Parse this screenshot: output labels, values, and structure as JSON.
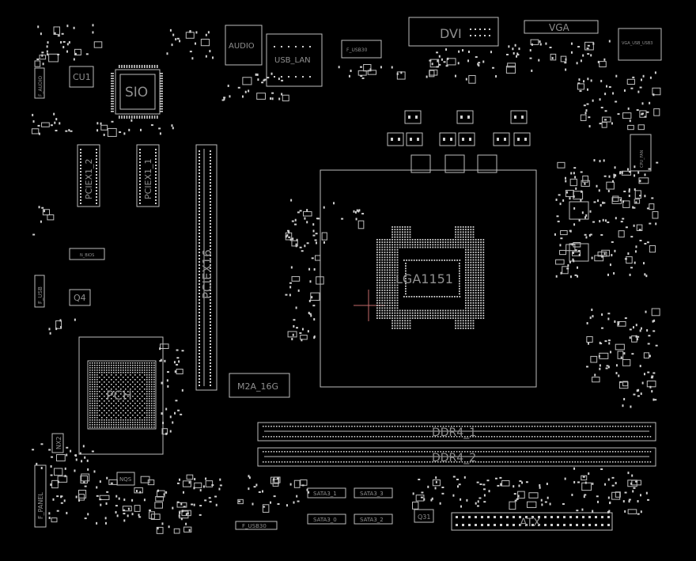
{
  "labels": {
    "dvi": "DVI",
    "vga": "VGA",
    "audio": "AUDIO",
    "usb_lan": "USB_LAN",
    "sio": "SIO",
    "cu1": "CU1",
    "pciex16": "PCIEX16",
    "pciex1_2": "PCIEX1_2",
    "pciex1_1": "PCIEX1_1",
    "cpu_socket": "LGA1151",
    "pch": "PCH",
    "m2": "M2A_16G",
    "ddr4_1": "DDR4_1",
    "ddr4_2": "DDR4_2",
    "atx": "ATX",
    "q4": "Q4",
    "q31": "Q31",
    "f_panel": "F_PANEL",
    "sata_1": "SATA3_1",
    "sata_3": "SATA3_3",
    "sata_0": "SATA3_0",
    "sata_2": "SATA3_2",
    "nx2": "NX2",
    "f_usb30": "F_USB30",
    "f_usb": "F_USB",
    "f_audio": "F_AUDIO",
    "nqs": "NQS",
    "n_bios": "N_BIOS",
    "cpu_fan": "CPU_FAN",
    "usb_vga_usb3": "VGA_USB_USB3",
    "f_usb_bottom": "F_USB30"
  },
  "colors": {
    "background": "#000000",
    "line": "#bdbdbd",
    "label_large": "#8f8f8f",
    "accent_red": "#c46a6a",
    "pad": "#d0d0d0",
    "dot_teal": "#4a9f8f"
  }
}
